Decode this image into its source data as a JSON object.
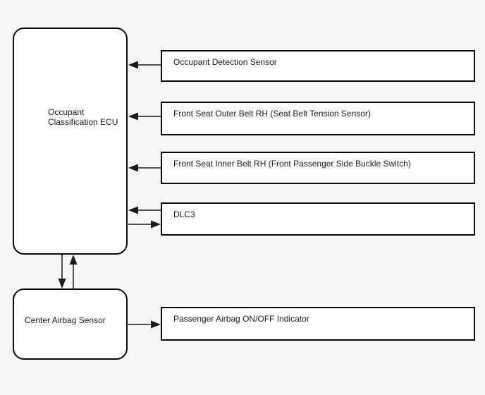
{
  "nodes": {
    "ecu": {
      "label": "Occupant Classification ECU"
    },
    "occupant_detection_sensor": {
      "label": "Occupant Detection Sensor"
    },
    "front_seat_outer_belt_rh": {
      "label": "Front Seat Outer Belt RH (Seat Belt Tension Sensor)"
    },
    "front_seat_inner_belt_rh": {
      "label": "Front Seat Inner Belt RH (Front Passenger Side Buckle Switch)"
    },
    "dlc3": {
      "label": "DLC3"
    },
    "center_airbag_sensor": {
      "label": "Center Airbag Sensor"
    },
    "passenger_airbag_indicator": {
      "label": "Passenger Airbag ON/OFF Indicator"
    }
  },
  "connections": [
    {
      "from": "occupant_detection_sensor",
      "to": "ecu",
      "direction": "one-way"
    },
    {
      "from": "front_seat_outer_belt_rh",
      "to": "ecu",
      "direction": "one-way"
    },
    {
      "from": "front_seat_inner_belt_rh",
      "to": "ecu",
      "direction": "one-way"
    },
    {
      "from": "dlc3",
      "to": "ecu",
      "direction": "bidirectional"
    },
    {
      "from": "ecu",
      "to": "center_airbag_sensor",
      "direction": "bidirectional"
    },
    {
      "from": "center_airbag_sensor",
      "to": "passenger_airbag_indicator",
      "direction": "one-way"
    }
  ],
  "colors": {
    "background": "#f6f6f6",
    "node_fill": "#ffffff",
    "node_border": "#0a0a0a",
    "arrow": "#1a1a1a",
    "text": "#1a1a1a"
  }
}
